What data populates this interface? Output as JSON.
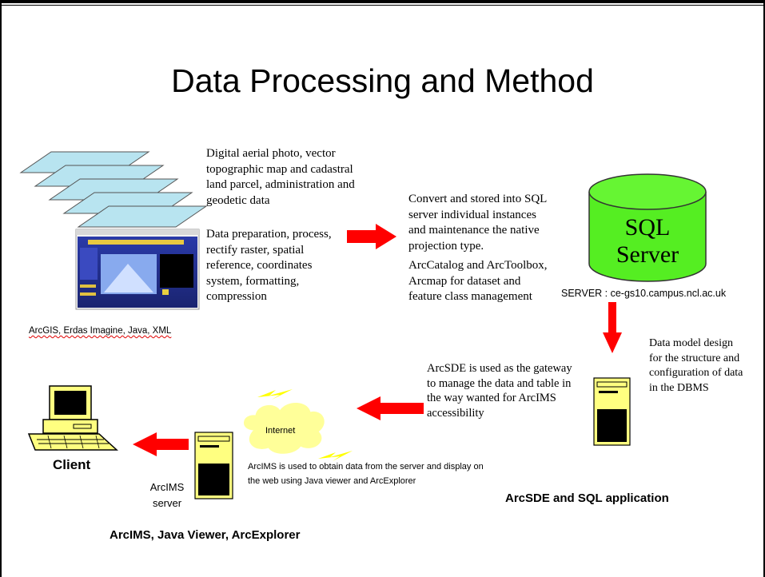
{
  "title": "Data Processing and Method",
  "text_blocks": {
    "inputs": "Digital aerial photo, vector topographic map and cadastral land parcel, administration and geodetic data",
    "preparation": "Data preparation, process, rectify raster, spatial reference, coordinates system, formatting, compression",
    "software": "ArcGIS, Erdas Imagine, Java, XML",
    "convert": "Convert and stored into SQL server individual instances and maintenance the native projection type.",
    "arccatalog": "ArcCatalog and ArcToolbox, Arcmap for dataset and feature class management",
    "sql_line1": "SQL",
    "sql_line2": "Server",
    "server_name": "SERVER : ce-gs10.campus.ncl.ac.uk",
    "data_model": "Data model design for the structure and configuration of data in the DBMS",
    "arcsde_gateway": "ArcSDE is used as the gateway to manage the data and table in the way wanted for ArcIMS accessibility",
    "internet": "Internet",
    "arcims_used": "ArcIMS is used to obtain data from the server and display on the web using Java viewer and ArcExplorer",
    "client": "Client",
    "arcims_server_1": "ArcIMS",
    "arcims_server_2": "server",
    "arcsde_sql_app": "ArcSDE and SQL application",
    "arcims_java": "ArcIMS, Java Viewer, ArcExplorer"
  },
  "colors": {
    "arrow": "#ff0000",
    "sql_cylinder": "#55ee22",
    "layers": "#b8e4f0",
    "device": "#ffff80",
    "cloud": "#ffff99",
    "lightning": "#ffff00"
  },
  "icons": [
    "map-layers-icon",
    "website-screenshot-icon",
    "database-cylinder-icon",
    "server-tower-icon",
    "computer-client-icon",
    "internet-cloud-icon",
    "lightning-icon",
    "right-arrow-icon",
    "down-arrow-icon",
    "left-arrow-icon"
  ]
}
